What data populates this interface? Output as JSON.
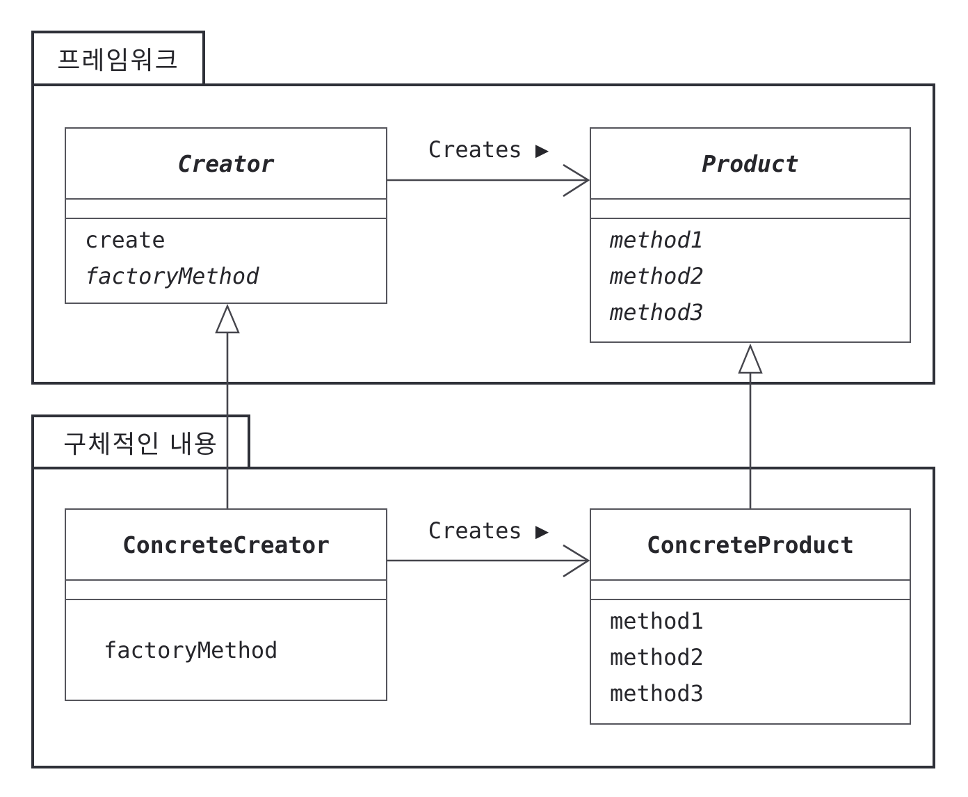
{
  "packages": {
    "framework": {
      "label": "프레임워크"
    },
    "concrete": {
      "label": "구체적인 내용"
    }
  },
  "classes": {
    "creator": {
      "name": "Creator",
      "abstract": true,
      "methods": [
        "create",
        "factoryMethod"
      ]
    },
    "product": {
      "name": "Product",
      "abstract": true,
      "methods": [
        "method1",
        "method2",
        "method3"
      ]
    },
    "concrete_creator": {
      "name": "ConcreteCreator",
      "abstract": false,
      "methods": [
        "factoryMethod"
      ]
    },
    "concrete_product": {
      "name": "ConcreteProduct",
      "abstract": false,
      "methods": [
        "method1",
        "method2",
        "method3"
      ]
    }
  },
  "relations": {
    "creates_top": "Creates ▶",
    "creates_bottom": "Creates ▶",
    "inheritance": [
      {
        "from": "ConcreteCreator",
        "to": "Creator"
      },
      {
        "from": "ConcreteProduct",
        "to": "Product"
      }
    ]
  },
  "colors": {
    "package_border": "#2e3038",
    "class_border": "#55555c",
    "line": "#45454c",
    "text": "#26262b",
    "background": "#ffffff"
  }
}
